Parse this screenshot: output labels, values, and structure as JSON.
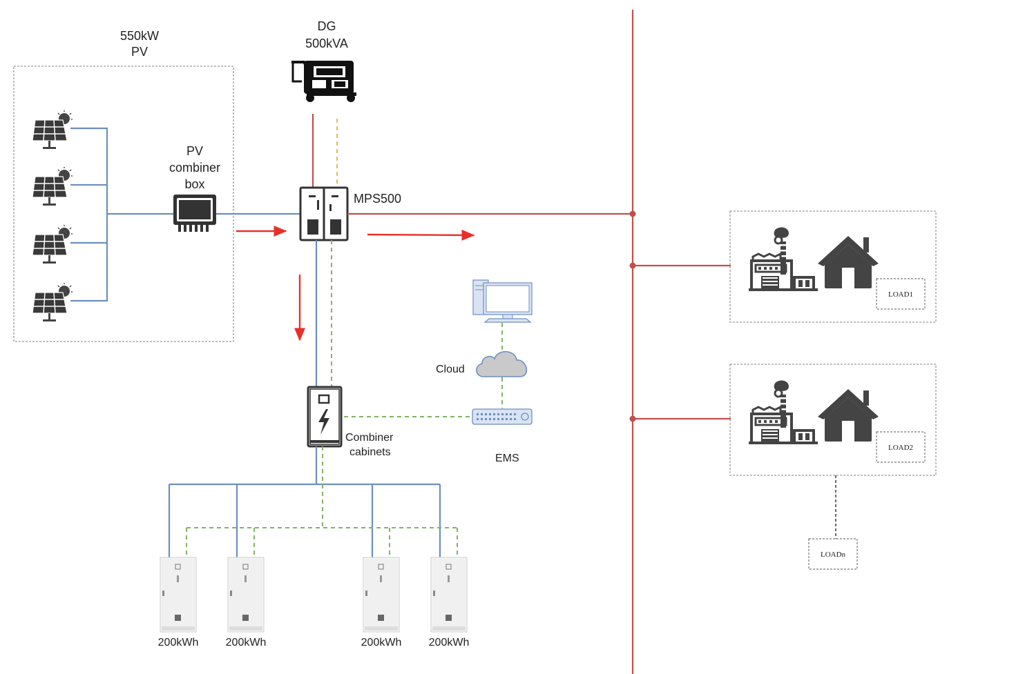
{
  "pv": {
    "power": "550kW",
    "label": "PV"
  },
  "pv_combiner": {
    "line1": "PV",
    "line2": "combiner",
    "line3": "box"
  },
  "dg": {
    "label": "DG",
    "rating": "500kVA"
  },
  "mps": {
    "label": "MPS500"
  },
  "combiner_cabinets": {
    "line1": "Combiner",
    "line2": "cabinets"
  },
  "cloud": {
    "label": "Cloud"
  },
  "ems": {
    "label": "EMS"
  },
  "batteries": [
    {
      "label": "200kWh"
    },
    {
      "label": "200kWh"
    },
    {
      "label": "200kWh"
    },
    {
      "label": "200kWh"
    }
  ],
  "loads": [
    {
      "label": "LOAD1"
    },
    {
      "label": "LOAD2"
    },
    {
      "label": "LOADn"
    }
  ],
  "colors": {
    "ac_line": "#c0504d",
    "dc_line": "#6c8ebf",
    "comm_line": "#82b366",
    "dg_comm_line": "#e7b965",
    "flow_arrow": "#e8302a"
  },
  "icons": [
    "solar-panel-icon",
    "combiner-box-icon",
    "generator-icon",
    "inverter-icon",
    "battery-cabinet-icon",
    "computer-icon",
    "cloud-icon",
    "network-switch-icon",
    "factory-icon",
    "house-icon"
  ]
}
